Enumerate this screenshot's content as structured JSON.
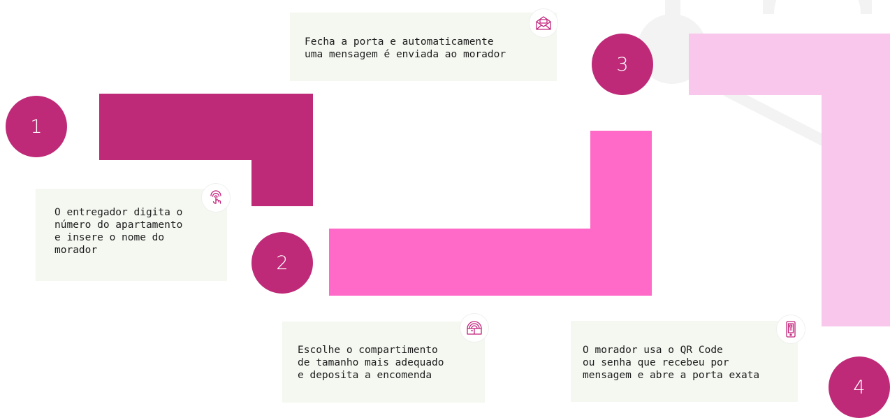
{
  "steps": [
    {
      "number": "1",
      "text": "O entregador digita o\nnúmero do apartamento\ne insere o nome do\nmorador",
      "icon": "fingerprint-touch-icon"
    },
    {
      "number": "2",
      "text": "Escolhe o compartimento\nde tamanho mais adequado\ne deposita a encomenda",
      "icon": "locker-package-icon"
    },
    {
      "number": "3",
      "text": "Fecha a porta e automaticamente\numa mensagem é enviada ao morador",
      "icon": "envelope-icon"
    },
    {
      "number": "4",
      "text": "O morador usa o QR Code\nou senha que recebeu por\nmensagem e abre a porta exata",
      "icon": "smartphone-icon"
    }
  ],
  "colors": {
    "dark_magenta": "#be2a78",
    "hot_pink": "#ff6ac8",
    "light_pink": "#f9c7ec",
    "card_bg": "#f4f8f1",
    "icon_stroke": "#c2207a"
  }
}
